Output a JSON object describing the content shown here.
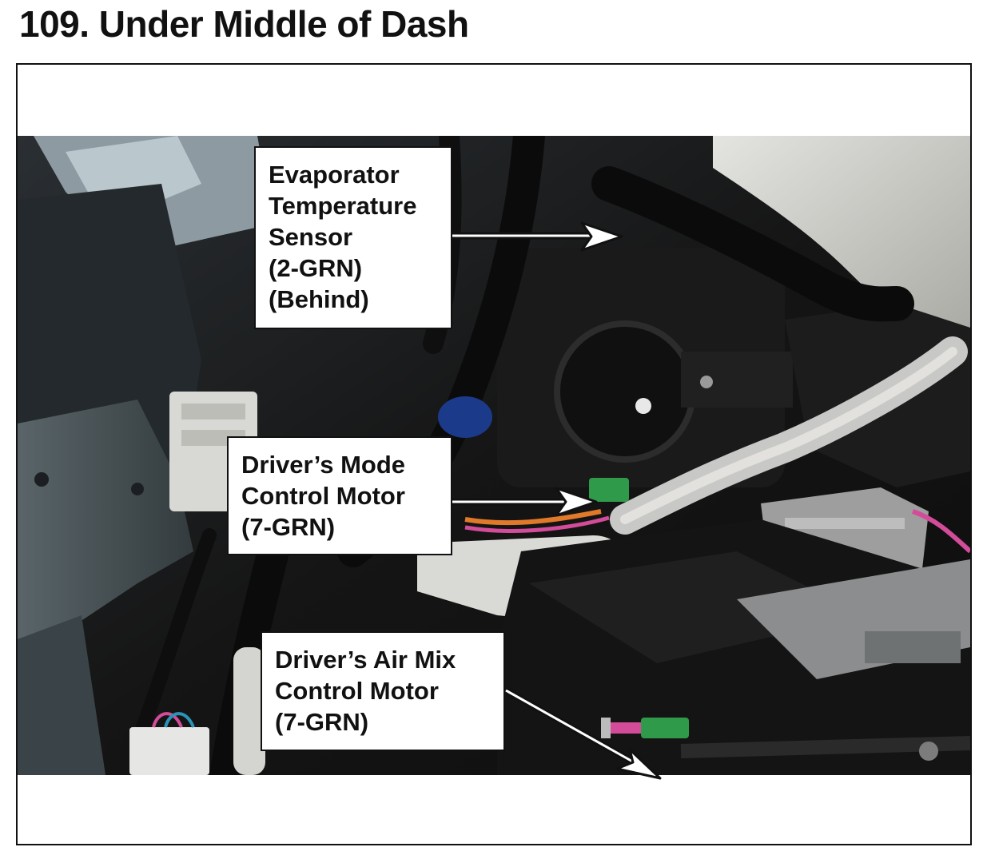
{
  "page": {
    "title": "109.  Under Middle of Dash"
  },
  "callouts": [
    {
      "id": "evaporator-temperature-sensor",
      "lines": [
        "Evaporator",
        "Temperature",
        "Sensor",
        "(2-GRN)",
        "(Behind)"
      ]
    },
    {
      "id": "drivers-mode-control-motor",
      "lines": [
        "Driver’s Mode",
        "Control Motor",
        "(7-GRN)"
      ]
    },
    {
      "id": "drivers-air-mix-control-motor",
      "lines": [
        "Driver’s Air Mix",
        "Control Motor",
        "(7-GRN)"
      ]
    }
  ],
  "colors": {
    "connector_green": "#2f9a4a",
    "wire_pink": "#d24c9a",
    "wire_orange": "#e07a2a",
    "harness_black": "#0c0c0c",
    "duct_grey": "#b8b8b4"
  }
}
